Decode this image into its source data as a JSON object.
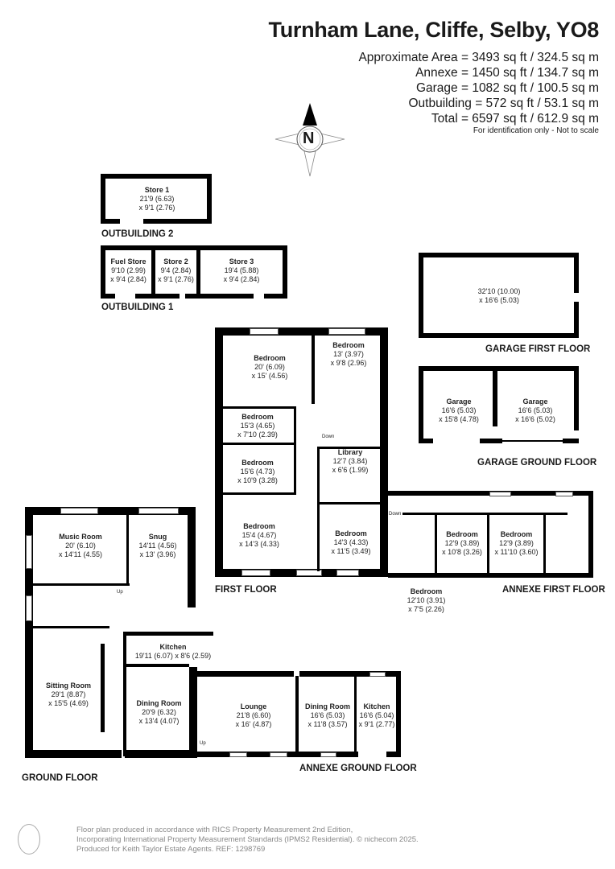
{
  "header": {
    "title": "Turnham Lane, Cliffe, Selby, YO8",
    "areas": [
      "Approximate Area = 3493 sq ft / 324.5 sq m",
      "Annexe = 1450 sq ft / 134.7 sq m",
      "Garage = 1082 sq ft / 100.5 sq m",
      "Outbuilding = 572 sq ft / 53.1 sq m",
      "Total = 6597 sq ft / 612.9 sq m"
    ],
    "note": "For identification only - Not to scale"
  },
  "compass": {
    "label": "N",
    "icon": "north-arrow-icon"
  },
  "floors": {
    "outbuilding2": {
      "label": "OUTBUILDING 2",
      "rooms": [
        {
          "name": "Store 1",
          "dim1": "21'9 (6.63)",
          "dim2": "x 9'1 (2.76)"
        }
      ]
    },
    "outbuilding1": {
      "label": "OUTBUILDING 1",
      "rooms": [
        {
          "name": "Fuel Store",
          "dim1": "9'10 (2.99)",
          "dim2": "x 9'4 (2.84)"
        },
        {
          "name": "Store 2",
          "dim1": "9'4 (2.84)",
          "dim2": "x 9'1 (2.76)"
        },
        {
          "name": "Store 3",
          "dim1": "19'4 (5.88)",
          "dim2": "x 9'4 (2.84)"
        }
      ]
    },
    "garage_first": {
      "label": "GARAGE FIRST FLOOR",
      "rooms": [
        {
          "name": "",
          "dim1": "32'10 (10.00)",
          "dim2": "x 16'6 (5.03)"
        }
      ]
    },
    "garage_ground": {
      "label": "GARAGE GROUND FLOOR",
      "rooms": [
        {
          "name": "Garage",
          "dim1": "16'6 (5.03)",
          "dim2": "x 15'8 (4.78)"
        },
        {
          "name": "Garage",
          "dim1": "16'6 (5.03)",
          "dim2": "x 16'6 (5.02)"
        }
      ]
    },
    "first": {
      "label": "FIRST FLOOR",
      "stair_label": "Down",
      "rooms": [
        {
          "name": "Bedroom",
          "dim1": "20' (6.09)",
          "dim2": "x 15' (4.56)"
        },
        {
          "name": "Bedroom",
          "dim1": "13' (3.97)",
          "dim2": "x 9'8 (2.96)"
        },
        {
          "name": "Bedroom",
          "dim1": "15'3 (4.65)",
          "dim2": "x 7'10 (2.39)"
        },
        {
          "name": "Library",
          "dim1": "12'7 (3.84)",
          "dim2": "x 6'6 (1.99)"
        },
        {
          "name": "Bedroom",
          "dim1": "15'6 (4.73)",
          "dim2": "x 10'9 (3.28)"
        },
        {
          "name": "Bedroom",
          "dim1": "15'4 (4.67)",
          "dim2": "x 14'3 (4.33)"
        },
        {
          "name": "Bedroom",
          "dim1": "14'3 (4.33)",
          "dim2": "x 11'5 (3.49)"
        }
      ]
    },
    "annexe_first": {
      "label": "ANNEXE FIRST FLOOR",
      "stair_label": "Down",
      "rooms": [
        {
          "name": "Bedroom",
          "dim1": "12'10 (3.91)",
          "dim2": "x 7'5 (2.26)"
        },
        {
          "name": "Bedroom",
          "dim1": "12'9 (3.89)",
          "dim2": "x 10'8 (3.26)"
        },
        {
          "name": "Bedroom",
          "dim1": "12'9 (3.89)",
          "dim2": "x 11'10 (3.60)"
        }
      ]
    },
    "ground": {
      "label": "GROUND FLOOR",
      "stair_label": "Up",
      "rooms": [
        {
          "name": "Music Room",
          "dim1": "20' (6.10)",
          "dim2": "x 14'11 (4.55)"
        },
        {
          "name": "Snug",
          "dim1": "14'11 (4.56)",
          "dim2": "x 13' (3.96)"
        },
        {
          "name": "Kitchen",
          "dim1": "19'11 (6.07) x 8'6 (2.59)",
          "dim2": ""
        },
        {
          "name": "Sitting Room",
          "dim1": "29'1 (8.87)",
          "dim2": "x 15'5 (4.69)"
        },
        {
          "name": "Dining Room",
          "dim1": "20'9 (6.32)",
          "dim2": "x 13'4 (4.07)"
        }
      ]
    },
    "annexe_ground": {
      "label": "ANNEXE GROUND FLOOR",
      "stair_label": "Up",
      "rooms": [
        {
          "name": "Lounge",
          "dim1": "21'8 (6.60)",
          "dim2": "x 16' (4.87)"
        },
        {
          "name": "Dining Room",
          "dim1": "16'6 (5.03)",
          "dim2": "x 11'8 (3.57)"
        },
        {
          "name": "Kitchen",
          "dim1": "16'6 (5.04)",
          "dim2": "x 9'1 (2.77)"
        }
      ]
    }
  },
  "footer": {
    "lines": [
      "Floor plan produced in accordance with RICS Property Measurement 2nd Edition,",
      "Incorporating International Property Measurement Standards (IPMS2 Residential).   © nichecom 2025.",
      "Produced for Keith Taylor Estate Agents.   REF: 1298769"
    ]
  }
}
